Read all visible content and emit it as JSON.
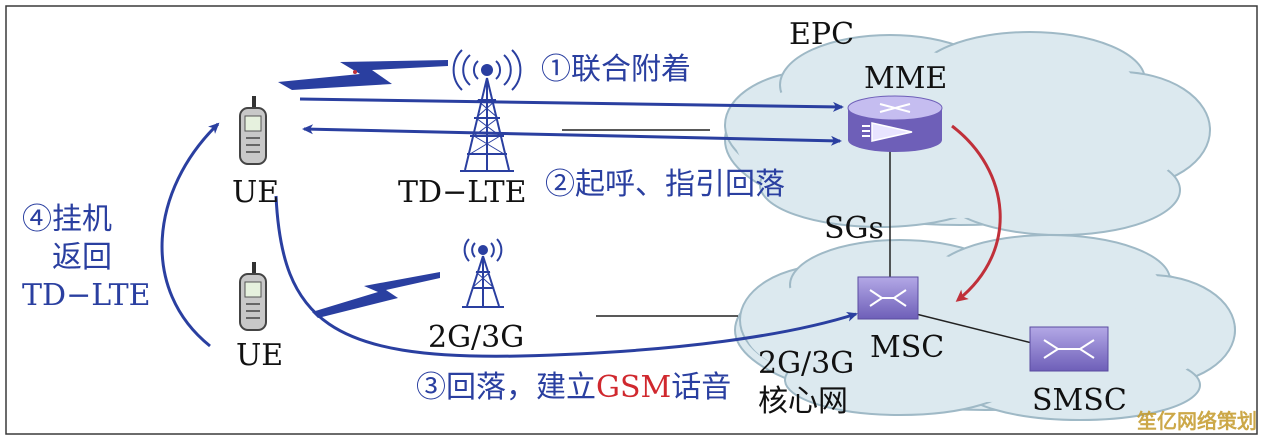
{
  "colors": {
    "arrow_blue": "#2a3fa0",
    "arrow_red": "#c0303a",
    "cloud_fill": "#dce9ef",
    "node_purple": "#8a7cc7",
    "frame": "#3a3a3a"
  },
  "labels": {
    "epc": "EPC",
    "mme": "MME",
    "sgs": "SGs",
    "msc": "MSC",
    "smsc": "SMSC",
    "ue_top": "UE",
    "ue_bottom": "UE",
    "td_lte_tower": "TD−LTE",
    "tower_2g3g": "2G/3G",
    "core_line1": "2G/3G",
    "core_line2": "核心网"
  },
  "steps": {
    "step1": "①联合附着",
    "step2": "②起呼、指引回落",
    "step3_pre": "③回落，建立",
    "step3_gsm": "GSM",
    "step3_post": "话音",
    "step4_line1": "④挂机",
    "step4_line2": "返回",
    "step4_line3": "TD−LTE"
  },
  "icons": [
    "phone-icon",
    "antenna-tower-icon",
    "lightning-signal-icon",
    "router-icon",
    "switch-icon",
    "cloud-icon"
  ],
  "watermark": "笙亿网络策划"
}
